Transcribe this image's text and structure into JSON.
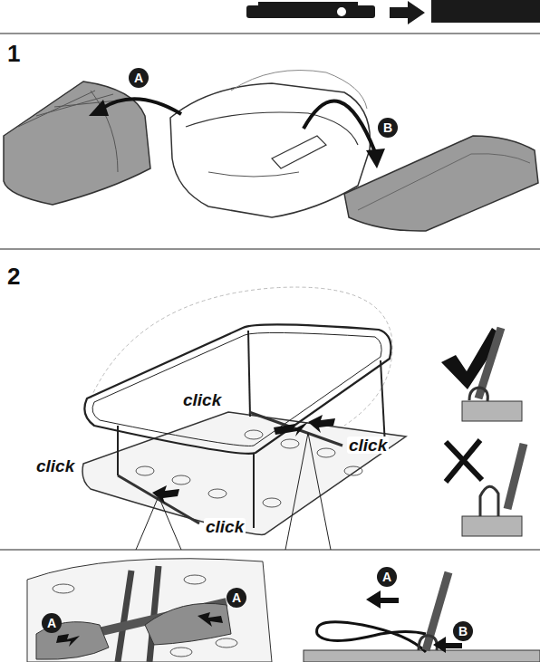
{
  "diagram": {
    "nodes": [
      {
        "text": [
          "A"
        ]
      },
      {
        "text": [
          "B"
        ]
      },
      {
        "text": [
          "A"
        ]
      },
      {
        "text": [
          "A"
        ]
      },
      {
        "text": [
          "A"
        ]
      },
      {
        "text": [
          "B"
        ]
      }
    ],
    "labels": [
      "1",
      "2",
      "click",
      "click",
      "click",
      "click"
    ]
  }
}
